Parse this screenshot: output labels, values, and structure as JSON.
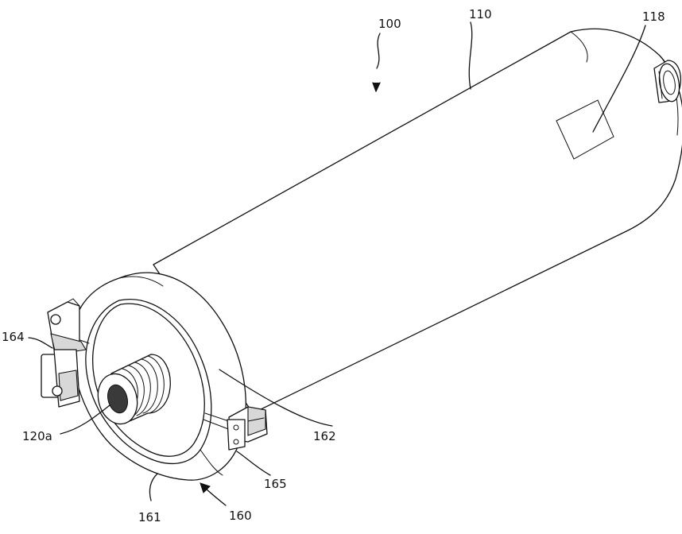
{
  "figure": {
    "labels": {
      "assembly": "100",
      "housing": "110",
      "label_patch": "118",
      "clamp_left_part": "164",
      "outlet_port": "120a",
      "clamp_ring_upper": "162",
      "clamp_bolt": "165",
      "clamp_ring_lower": "161",
      "clamp_assembly": "160"
    }
  }
}
